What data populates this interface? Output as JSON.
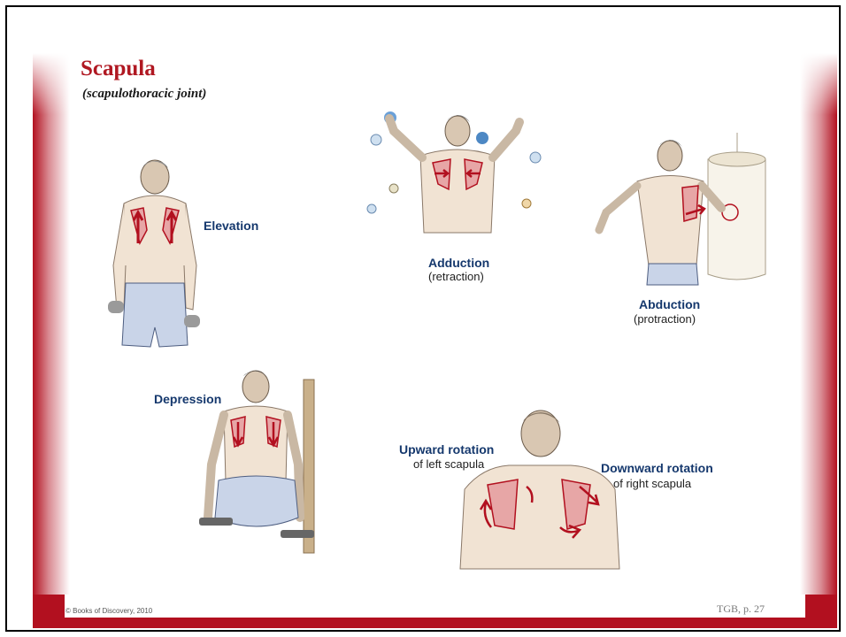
{
  "slide": {
    "title": "Scapula",
    "subtitle": "(scapulothoracic joint)",
    "colors": {
      "accent": "#b2101f",
      "label_blue": "#15386d"
    }
  },
  "figures": {
    "elevation": {
      "label": "Elevation"
    },
    "adduction": {
      "label": "Adduction",
      "sublabel": "(retraction)"
    },
    "abduction": {
      "label": "Abduction",
      "sublabel": "(protraction)"
    },
    "depression": {
      "label": "Depression"
    },
    "upward_rotation": {
      "label": "Upward rotation",
      "sublabel": "of left scapula"
    },
    "downward_rotation": {
      "label": "Downward rotation",
      "sublabel": "of right scapula"
    }
  },
  "footer": {
    "copyright": "© Books of Discovery, 2010",
    "page_ref": "TGB, p. 27"
  }
}
